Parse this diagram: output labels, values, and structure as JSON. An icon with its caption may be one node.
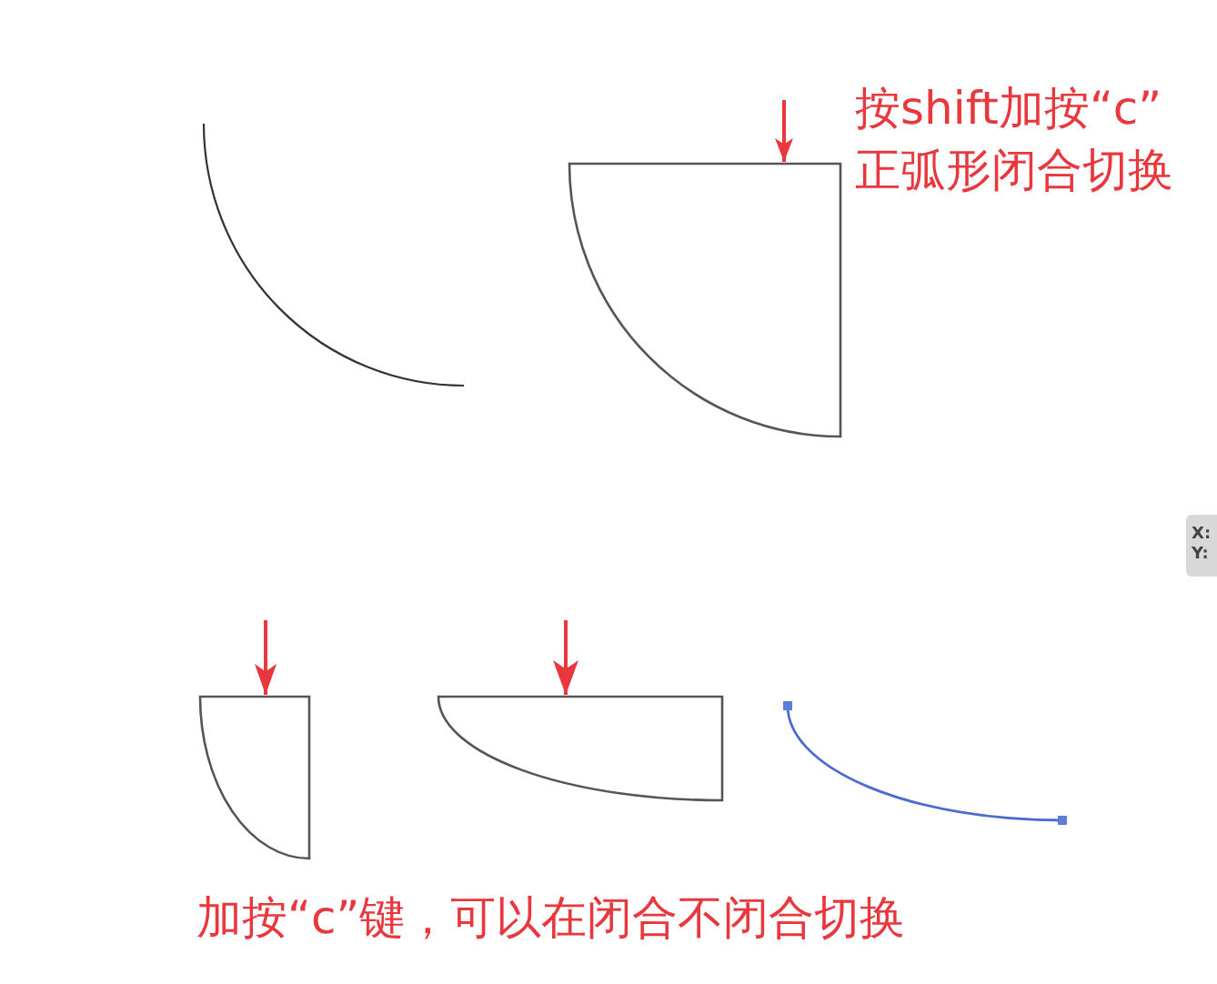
{
  "diagram": {
    "nodes": [
      {
        "text": [],
        "shape": "arc"
      },
      {
        "text": [],
        "shape": "sector"
      },
      {
        "text": [],
        "shape": "sector"
      },
      {
        "text": [],
        "shape": "sector"
      },
      {
        "text": [],
        "shape": "arc"
      }
    ],
    "edges": [
      {
        "from": null,
        "to": 1,
        "arrow": "to"
      },
      {
        "from": null,
        "to": 2,
        "arrow": "to"
      },
      {
        "from": null,
        "to": 3,
        "arrow": "to"
      }
    ],
    "labels": [
      "按shift加按“c”正弧形闭合切换",
      "X:",
      "Y:",
      "加按“c”键，可以在闭合不闭合切换"
    ]
  }
}
